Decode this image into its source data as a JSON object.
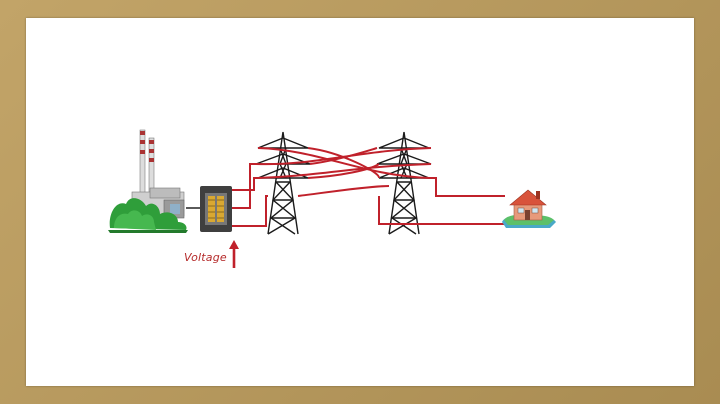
{
  "labels": {
    "voltage": "Voltage"
  },
  "colors": {
    "line": "#c0212b",
    "tower": "#1b1b1b",
    "ground": "#2f9e3a",
    "transformer": "#3a3a3a",
    "house_roof": "#d8533b",
    "house_wall": "#e79a7b",
    "arrow": "#c0212b"
  },
  "components": [
    "power-plant",
    "step-up-transformer",
    "transmission-tower-1",
    "transmission-tower-2",
    "house"
  ]
}
